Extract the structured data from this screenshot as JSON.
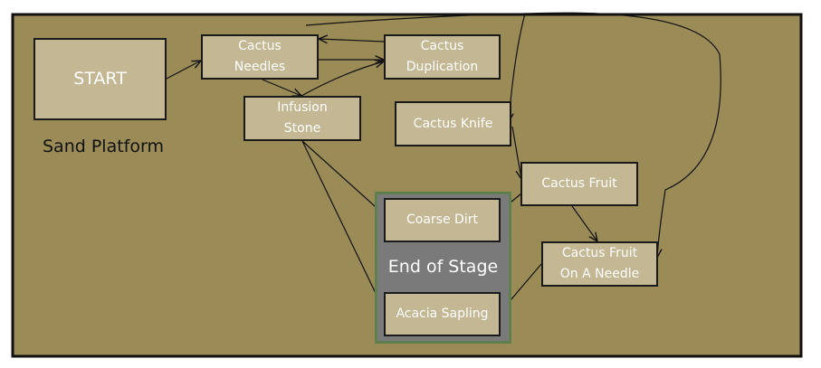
{
  "colors": {
    "background": "#9a8b57",
    "node_fill": "#c4b793",
    "node_text": "#ffffff",
    "node_border": "#1a1a1a",
    "group_fill": "#7a7a7a",
    "group_border": "#5f7f4f",
    "edge": "#111111"
  },
  "platform_label": "Sand Platform",
  "stage_label": "End of Stage",
  "nodes": [
    {
      "id": "start",
      "label": "START"
    },
    {
      "id": "needles",
      "label": "Cactus\nNeedles"
    },
    {
      "id": "duplication",
      "label": "Cactus\nDuplication"
    },
    {
      "id": "infusion",
      "label": "Infusion\nStone"
    },
    {
      "id": "knife",
      "label": "Cactus Knife"
    },
    {
      "id": "fruit",
      "label": "Cactus Fruit"
    },
    {
      "id": "coarse",
      "label": "Coarse Dirt"
    },
    {
      "id": "fruit_needle",
      "label": "Cactus Fruit\nOn A Needle"
    },
    {
      "id": "acacia",
      "label": "Acacia Sapling"
    }
  ],
  "edges": [
    {
      "from": "start",
      "to": "needles"
    },
    {
      "from": "needles",
      "to": "duplication"
    },
    {
      "from": "duplication",
      "to": "needles"
    },
    {
      "from": "needles",
      "to": "infusion"
    },
    {
      "from": "infusion",
      "to": "duplication"
    },
    {
      "from": "infusion",
      "to": "coarse"
    },
    {
      "from": "infusion",
      "to": "acacia"
    },
    {
      "from": "duplication",
      "to": "knife"
    },
    {
      "from": "duplication",
      "to": "fruit_needle"
    },
    {
      "from": "knife",
      "to": "fruit"
    },
    {
      "from": "fruit",
      "to": "coarse"
    },
    {
      "from": "fruit",
      "to": "fruit_needle"
    },
    {
      "from": "fruit_needle",
      "to": "acacia"
    }
  ]
}
